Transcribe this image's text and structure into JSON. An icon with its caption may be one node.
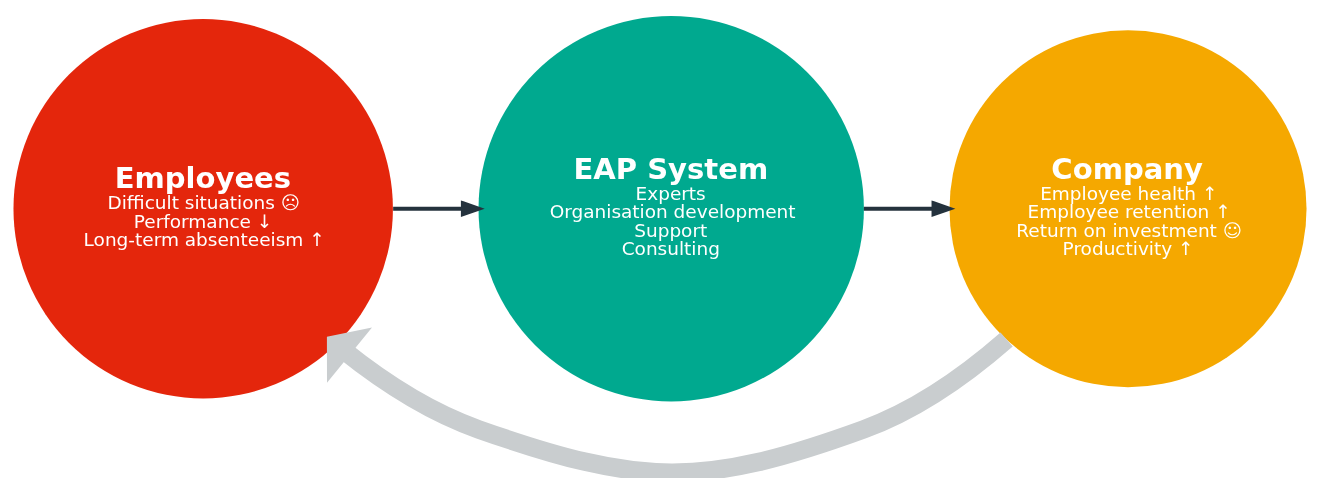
{
  "diagram": {
    "nodes": [
      {
        "text": [
          "Employees",
          "Difficult situations ☹",
          "Performance ↓",
          "Long-term absenteeism ↑"
        ]
      },
      {
        "text": [
          "EAP System",
          "Experts",
          "Organisation development",
          "Support",
          "Consulting"
        ]
      },
      {
        "text": [
          "Company",
          "Employee health ↑",
          "Employee retention ↑",
          "Return on investment ☺",
          "Productivity ↑"
        ]
      }
    ],
    "edges": [
      {
        "from": 0,
        "to": 1,
        "arrow": "to"
      },
      {
        "from": 1,
        "to": 2,
        "arrow": "to"
      },
      {
        "from": 2,
        "to": 0,
        "arrow": "to",
        "style": "thick",
        "color": "#c9cdcf"
      }
    ]
  }
}
